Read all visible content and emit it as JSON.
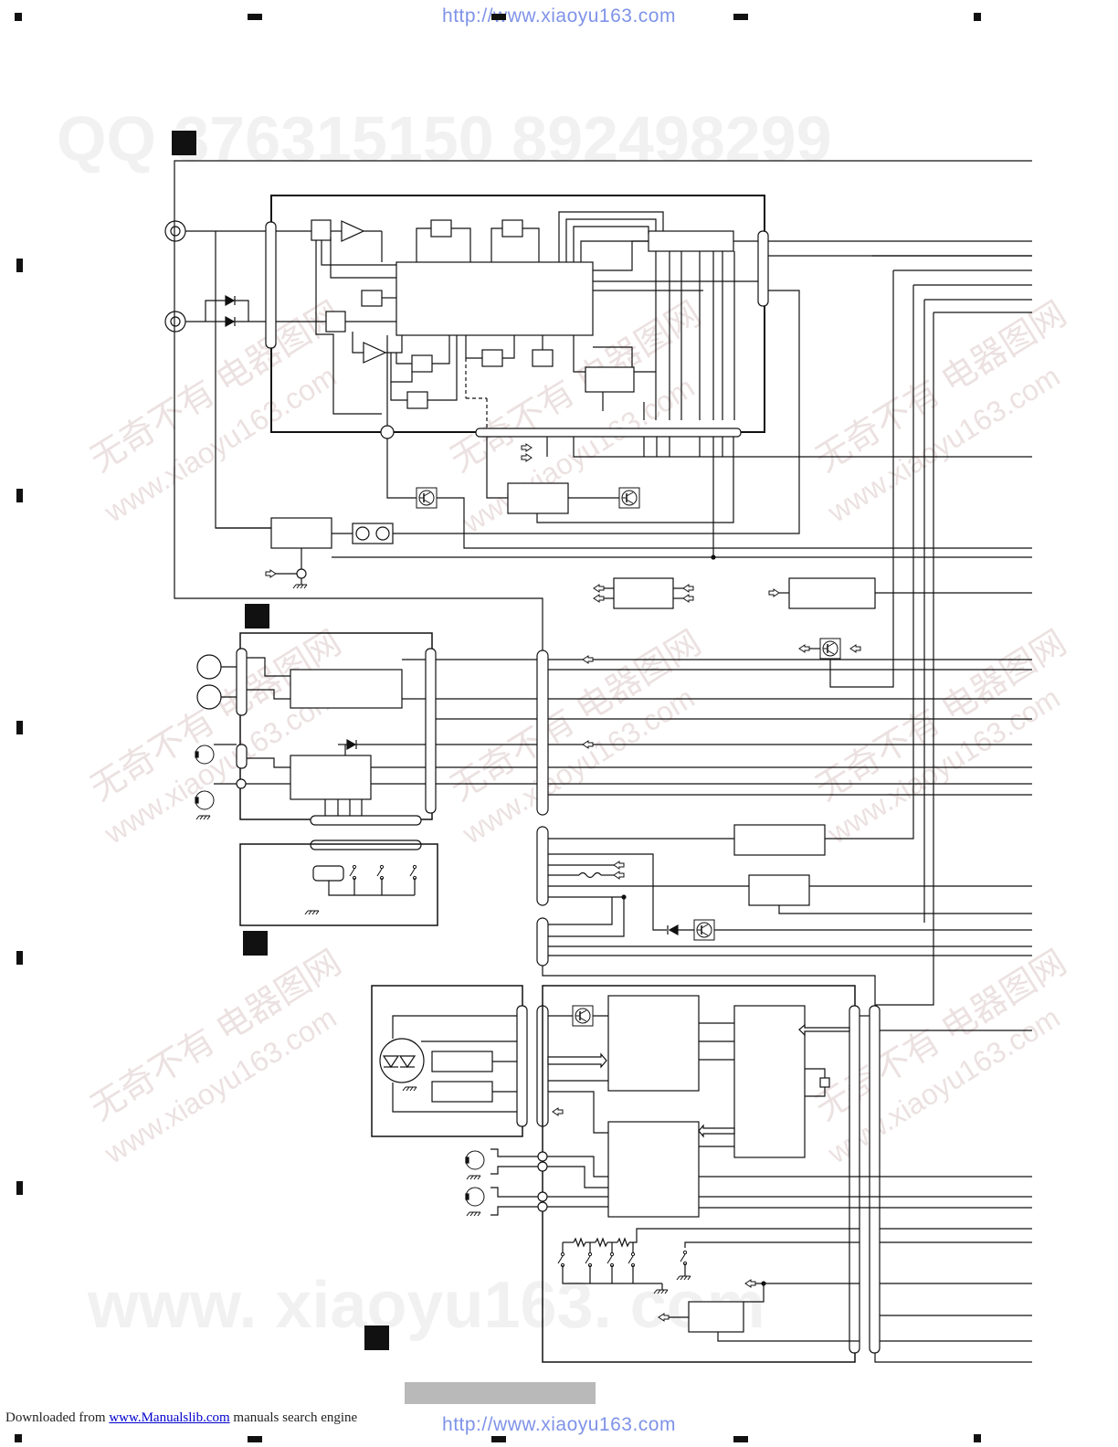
{
  "header": {
    "url": "http://www.xiaoyu163.com"
  },
  "footer": {
    "prefix": "Downloaded from",
    "link": "www.Manualslib.com",
    "suffix": " manuals search engine",
    "url": "http://www.xiaoyu163.com"
  },
  "watermarks": {
    "qq_line": "QQ 376315150   892498299",
    "site_large": "www. xiaoyu163. com",
    "tilt_cn": "无奇不有  电器图网",
    "tilt_site": "www.xiaoyu163.com"
  },
  "colors": {
    "ink": "#111111",
    "url_blue": "#7f93e8",
    "watermark": "#c9c9c9",
    "page_bar": "#b9b9b9"
  }
}
